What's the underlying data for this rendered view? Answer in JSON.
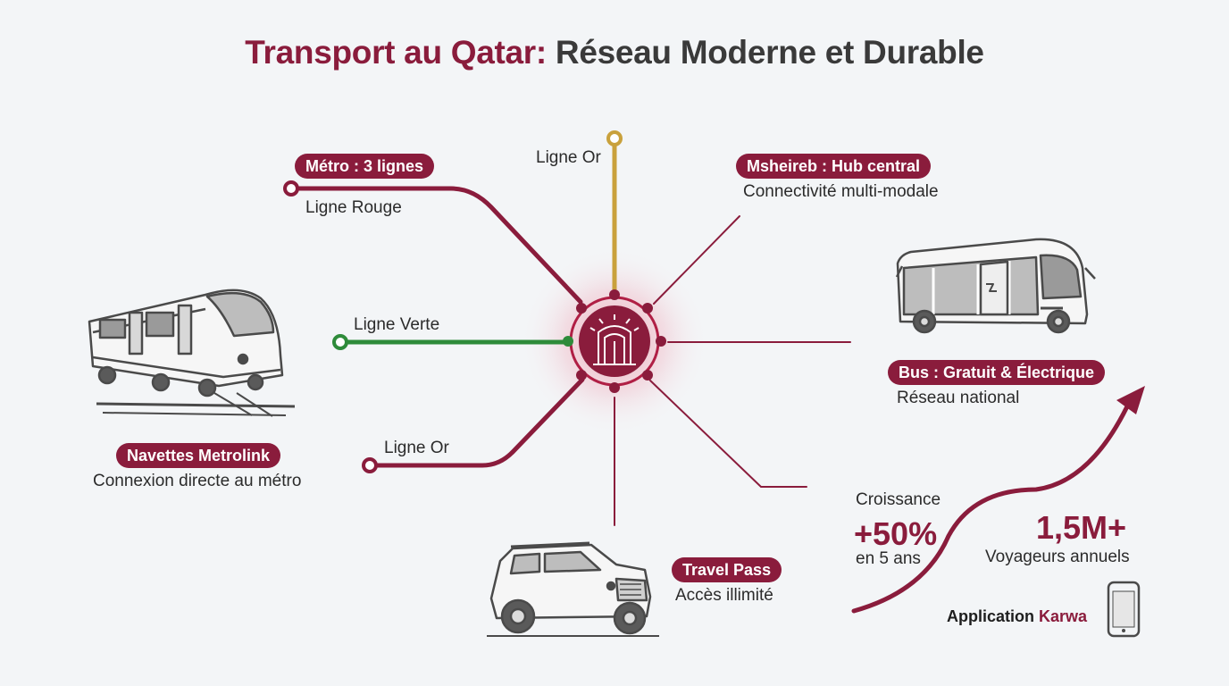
{
  "title": {
    "part1": "Transport au Qatar:",
    "part2": "Réseau Moderne et Durable"
  },
  "metro": {
    "badge": "Métro : 3 lignes",
    "red_line": "Ligne Rouge",
    "green_line": "Ligne Verte",
    "gold_line_top": "Ligne Or",
    "gold_line_bottom": "Ligne Or"
  },
  "hub": {
    "badge": "Msheireb : Hub central",
    "desc": "Connectivité multi-modale"
  },
  "bus": {
    "badge": "Bus : Gratuit & Électrique",
    "desc": "Réseau national"
  },
  "metrolink": {
    "badge": "Navettes Metrolink",
    "desc": "Connexion directe au métro"
  },
  "travel_pass": {
    "badge": "Travel Pass",
    "desc": "Accès illimité"
  },
  "growth": {
    "label": "Croissance",
    "value": "+50%",
    "period": "en 5 ans"
  },
  "passengers": {
    "value": "1,5M+",
    "label": "Voyageurs annuels"
  },
  "app": {
    "prefix": "Application",
    "name": "Karwa"
  },
  "colors": {
    "maroon": "#8a1c3c",
    "gold": "#c9a13c",
    "green": "#2e8b3a",
    "background": "#f3f5f7"
  },
  "icons": [
    "train-icon",
    "bus-icon",
    "suv-icon",
    "smartphone-icon",
    "hub-building-icon",
    "growth-arrow-icon"
  ]
}
